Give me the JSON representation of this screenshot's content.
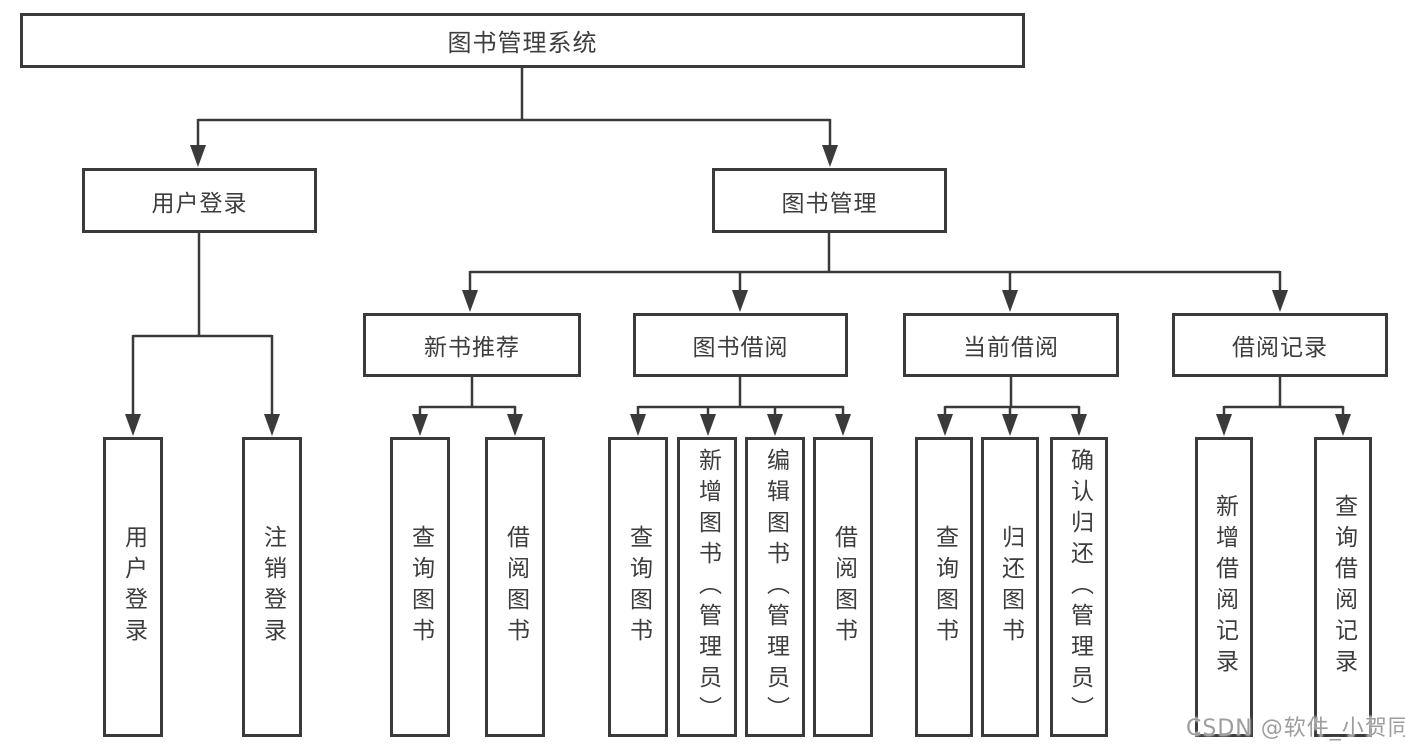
{
  "diagram": {
    "root": {
      "label": "图书管理系统"
    },
    "branches": [
      {
        "label": "用户登录",
        "children": [
          {
            "label": "用户登录"
          },
          {
            "label": "注销登录"
          }
        ]
      },
      {
        "label": "图书管理",
        "children": [
          {
            "label": "新书推荐",
            "children": [
              {
                "label": "查询图书"
              },
              {
                "label": "借阅图书"
              }
            ]
          },
          {
            "label": "图书借阅",
            "children": [
              {
                "label": "查询图书"
              },
              {
                "label": "新增图书（管理员）"
              },
              {
                "label": "编辑图书（管理员）"
              },
              {
                "label": "借阅图书"
              }
            ]
          },
          {
            "label": "当前借阅",
            "children": [
              {
                "label": "查询图书"
              },
              {
                "label": "归还图书"
              },
              {
                "label": "确认归还（管理员）"
              }
            ]
          },
          {
            "label": "借阅记录",
            "children": [
              {
                "label": "新增借阅记录"
              },
              {
                "label": "查询借阅记录"
              }
            ]
          }
        ]
      }
    ]
  },
  "watermark": {
    "text": "CSDN @软件_小贺同学"
  },
  "colors": {
    "line": "#3a3a3a",
    "text": "#3d3d3d",
    "watermark": "#9d9d9d",
    "background": "#ffffff"
  }
}
